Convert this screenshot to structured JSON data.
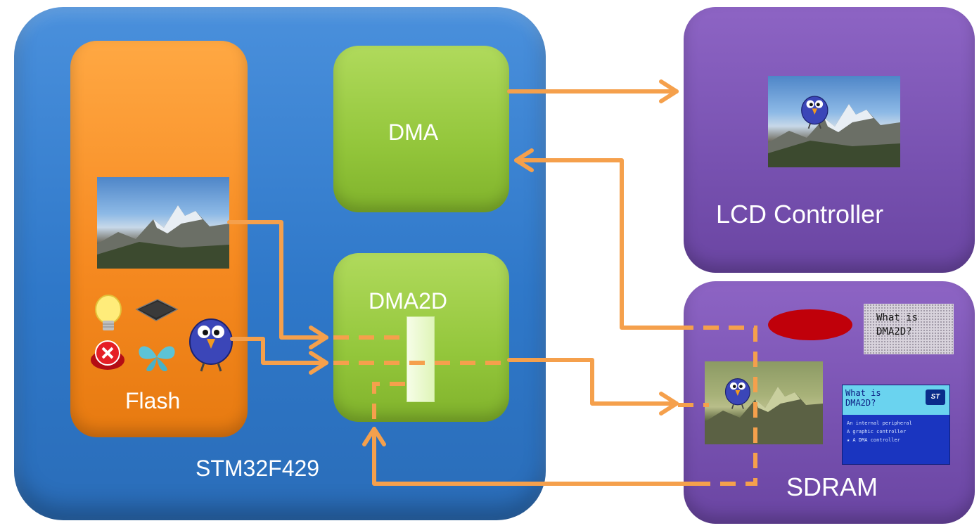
{
  "title": "",
  "blocks": {
    "mcu": {
      "label": "STM32F429"
    },
    "flash": {
      "label": "Flash"
    },
    "dma": {
      "label": "DMA"
    },
    "dma2d": {
      "label": "DMA2D"
    },
    "lcd": {
      "label": "LCD Controller"
    },
    "sdram": {
      "label": "SDRAM"
    }
  },
  "sdram_contents": {
    "text_box": "What is\nDMA2D?",
    "slide": {
      "title": "What is\nDMA2D?",
      "logo": "ST",
      "items": [
        "An internal peripheral",
        "A graphic controller",
        "★ A DMA controller"
      ]
    }
  },
  "colors": {
    "mcu": "#3a82d2",
    "flash": "#f68a21",
    "accelerator": "#93c63b",
    "external": "#7751b0",
    "arrow": "#f5a04c",
    "ellipse": "#c0000a"
  },
  "icons": [
    "landscape-image",
    "bird-icon",
    "lightbulb-icon",
    "chip-icon",
    "close-button-icon",
    "butterfly-icon"
  ]
}
